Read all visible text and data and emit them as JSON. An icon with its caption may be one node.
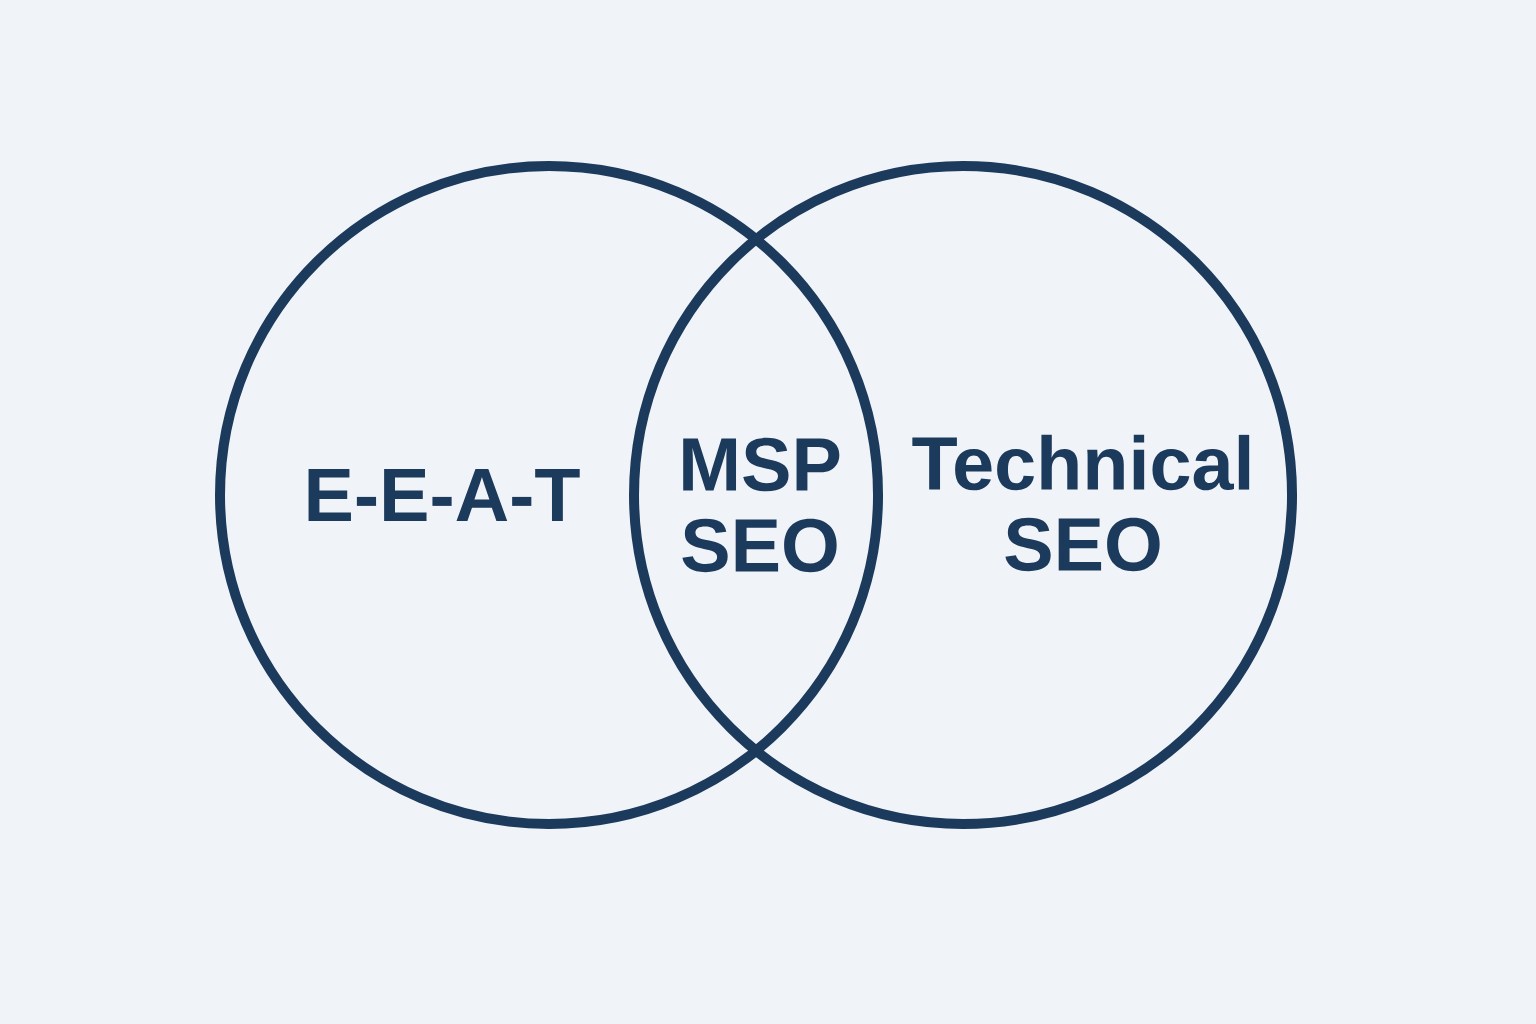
{
  "diagram": {
    "nodes": [
      {
        "text": [
          "E-E-A-T"
        ]
      },
      {
        "text": [
          "Technical SEO"
        ]
      },
      {
        "text": [
          "MSP SEO"
        ]
      }
    ],
    "edges": []
  }
}
